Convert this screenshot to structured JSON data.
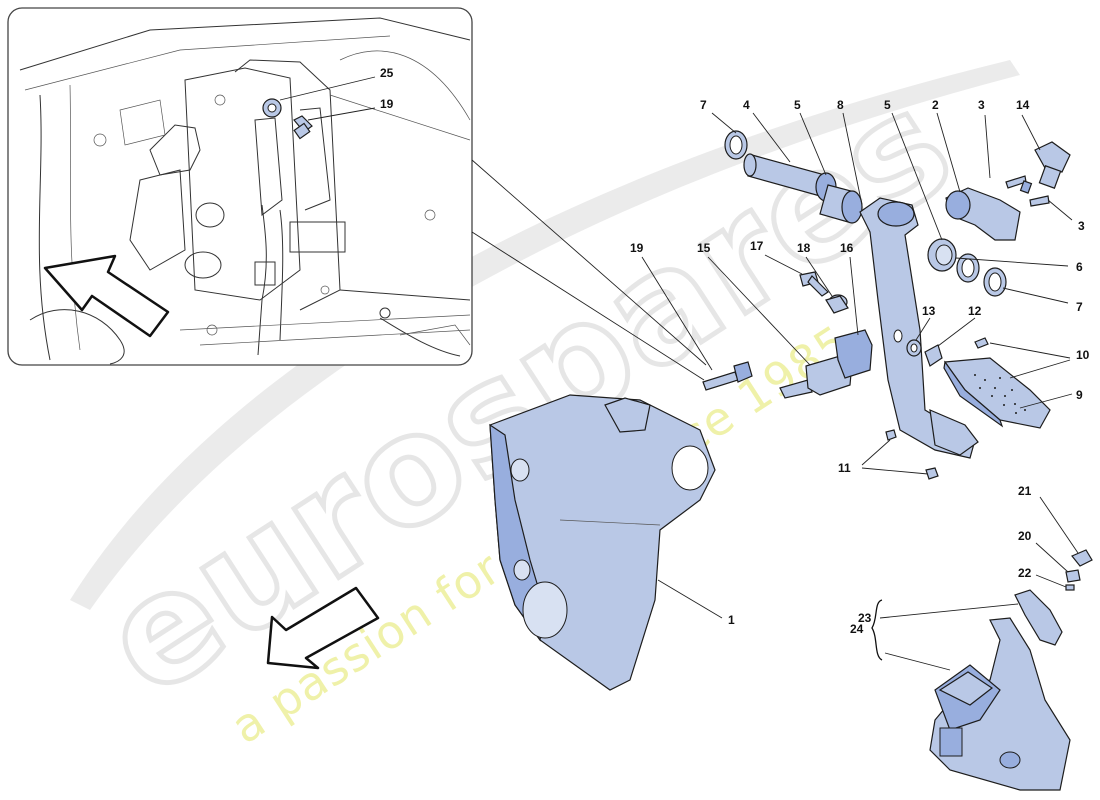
{
  "watermark": {
    "brand": "eurospares",
    "tagline": "a passion for parts since 1985"
  },
  "callouts": {
    "inset_25": "25",
    "inset_19": "19",
    "c7a": "7",
    "c4": "4",
    "c5a": "5",
    "c8": "8",
    "c5b": "5",
    "c2": "2",
    "c3a": "3",
    "c14": "14",
    "c3b": "3",
    "c6": "6",
    "c7b": "7",
    "c19": "19",
    "c15": "15",
    "c17": "17",
    "c18": "18",
    "c16": "16",
    "c13": "13",
    "c12": "12",
    "c10": "10",
    "c9": "9",
    "c11": "11",
    "c1": "1",
    "c21": "21",
    "c20": "20",
    "c22": "22",
    "c23": "23",
    "c24": "24"
  },
  "colors": {
    "part_fill": "#b9c8e6",
    "part_shade": "#98aede",
    "line": "#1d1d1d",
    "watermark_fill": "#e9e9e9",
    "watermark_tagline": "#eef0a0"
  }
}
